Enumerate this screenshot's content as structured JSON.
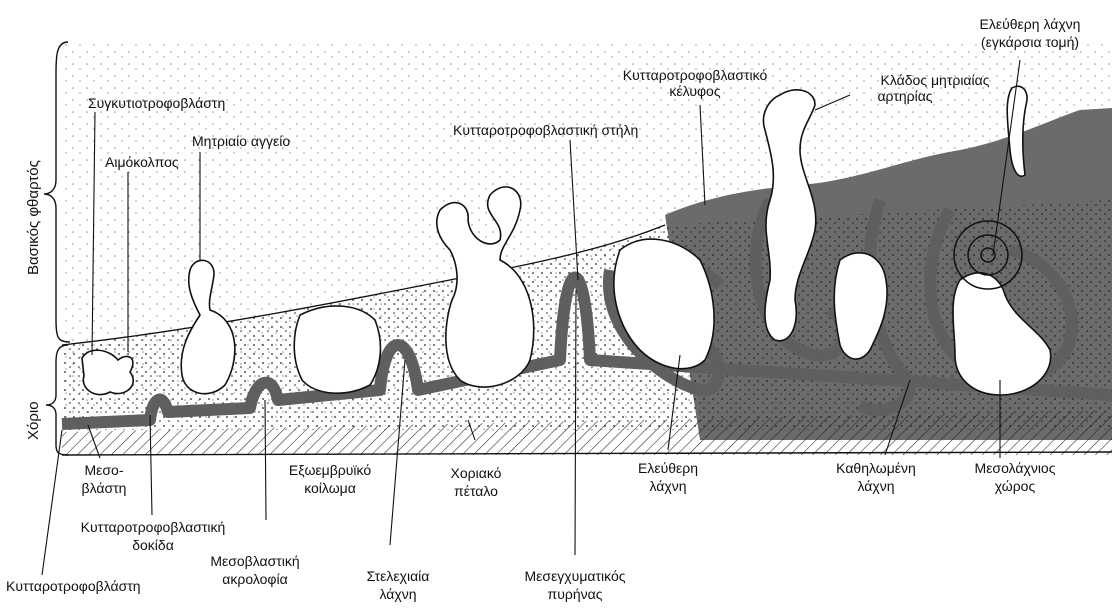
{
  "side_labels": {
    "decidua": "Βασικός φθαρτός",
    "chorion": "Χόριο"
  },
  "labels": {
    "syncytiotrophoblast": "Συγκυτιοτροφοβλάστη",
    "maternal_vessel": "Μητριαίο αγγείο",
    "lacunae": "Αιμόκολπος",
    "cyto_column": "Κυτταροτροφοβλαστική στήλη",
    "cyto_shell_1": "Κυτταροτροφοβλαστικό",
    "cyto_shell_2": "κέλυφος",
    "spiral_artery_1": "Κλάδος μητριαίας",
    "spiral_artery_2": "αρτηρίας",
    "free_villus_cross_1": "Ελεύθερη λάχνη",
    "free_villus_cross_2": "(εγκάρσια τομή)",
    "mesoblast_1": "Μεσο-",
    "mesoblast_2": "βλάστη",
    "cyto_trabecula_1": "Κυτταροτροφοβλαστική",
    "cyto_trabecula_2": "δοκίδα",
    "cytotrophoblast": "Κυτταροτροφοβλάστη",
    "exocoelom_1": "Εξωεμβρυϊκό",
    "exocoelom_2": "κοίλωμα",
    "mesoblast_crest_1": "Μεσοβλαστική",
    "mesoblast_crest_2": "ακρολοφία",
    "stem_villus_1": "Στελεχιαία",
    "stem_villus_2": "λάχνη",
    "chorionic_plate_1": "Χοριακό",
    "chorionic_plate_2": "πέταλο",
    "mesenchymal_core_1": "Μεσεγχυματικός",
    "mesenchymal_core_2": "πυρήνας",
    "free_villus_1": "Ελεύθερη",
    "free_villus_2": "λάχνη",
    "anchoring_villus_1": "Καθηλωμένη",
    "anchoring_villus_2": "λάχνη",
    "intervillous_1": "Μεσολάχνιος",
    "intervillous_2": "χώρος"
  },
  "colors": {
    "ink": "#111111",
    "shaded": "#6b6b6b",
    "stipple": "#222222",
    "paper": "#ffffff"
  }
}
